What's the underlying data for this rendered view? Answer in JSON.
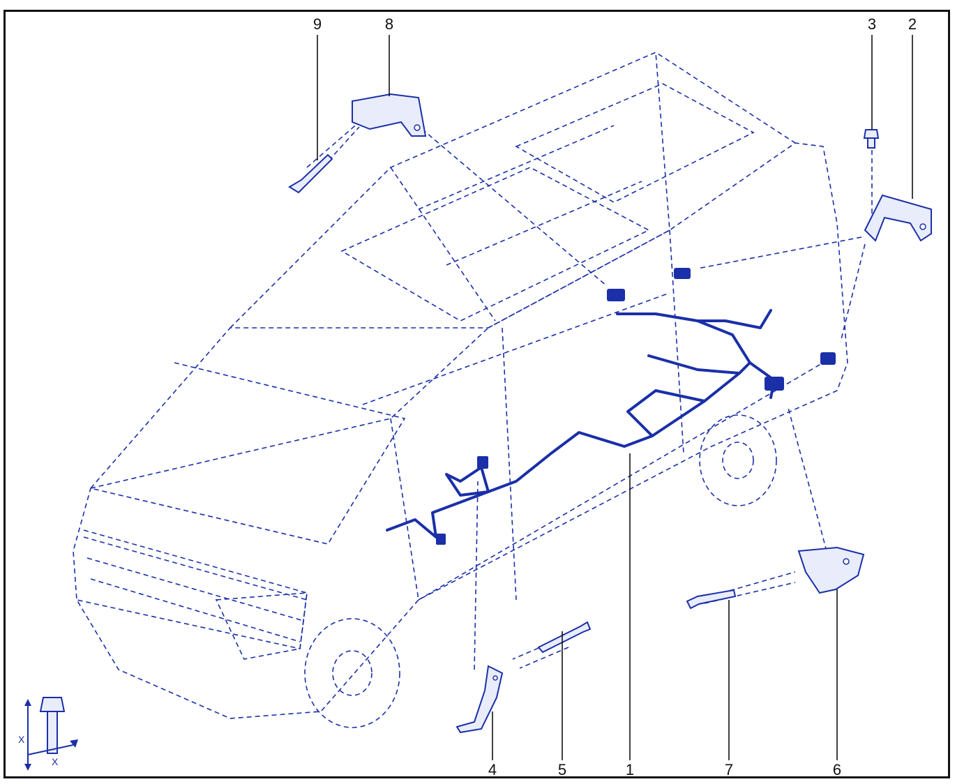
{
  "callouts": {
    "c1": "1",
    "c2": "2",
    "c3": "3",
    "c4": "4",
    "c5": "5",
    "c6": "6",
    "c7": "7",
    "c8": "8",
    "c9": "9"
  },
  "bolt_dimension_label": "X",
  "colors": {
    "line": "#1a2fa8",
    "frame": "#111111",
    "fill": "#e9ecfb"
  }
}
